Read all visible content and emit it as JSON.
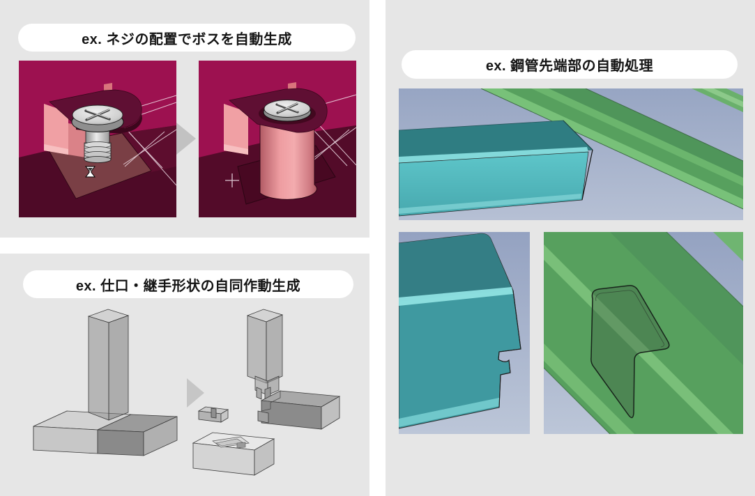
{
  "sections": {
    "boss": {
      "label": "ex. ネジの配置でボスを自動生成"
    },
    "joint": {
      "label": "ex. 仕口・継手形状の自同作動生成"
    },
    "pipe": {
      "label": "ex. 鋼管先端部の自動処理"
    }
  },
  "icons": {
    "arrow_right": "▶",
    "hourglass_cursor": "⌛",
    "crosshair_cursor": "+"
  },
  "colors": {
    "page_bg": "#ffffff",
    "panel_bg": "#e6e6e6",
    "pill_bg": "#ffffff",
    "pill_text": "#141414",
    "arrow_gray": "#c2c2c2",
    "cad_magenta_bg": "#9d1150",
    "cad_dark_floor": "#4e0a27",
    "cad_brown_plate": "#7a3f45",
    "cad_plate_dark": "#5d0d2e",
    "cad_bracket_top": "#5f0f33",
    "cad_pink_face": "#f0a0a4",
    "cad_pink_boss": "#ee9da1",
    "cad_screw_gray": "#d6d6d6",
    "cad_blue_bg_top": "#97a5c3",
    "cad_blue_bg_bottom": "#b6c0d4",
    "cad_teal_top": "#2f7d82",
    "cad_teal_front": "#54b9be",
    "cad_teal_highlight": "#86dcdc",
    "cad_green": "#57a05e",
    "cad_green_highlight": "#8fd48c",
    "joint_gray_light": "#d6d6d6",
    "joint_gray_dark": "#8a8a8a"
  }
}
